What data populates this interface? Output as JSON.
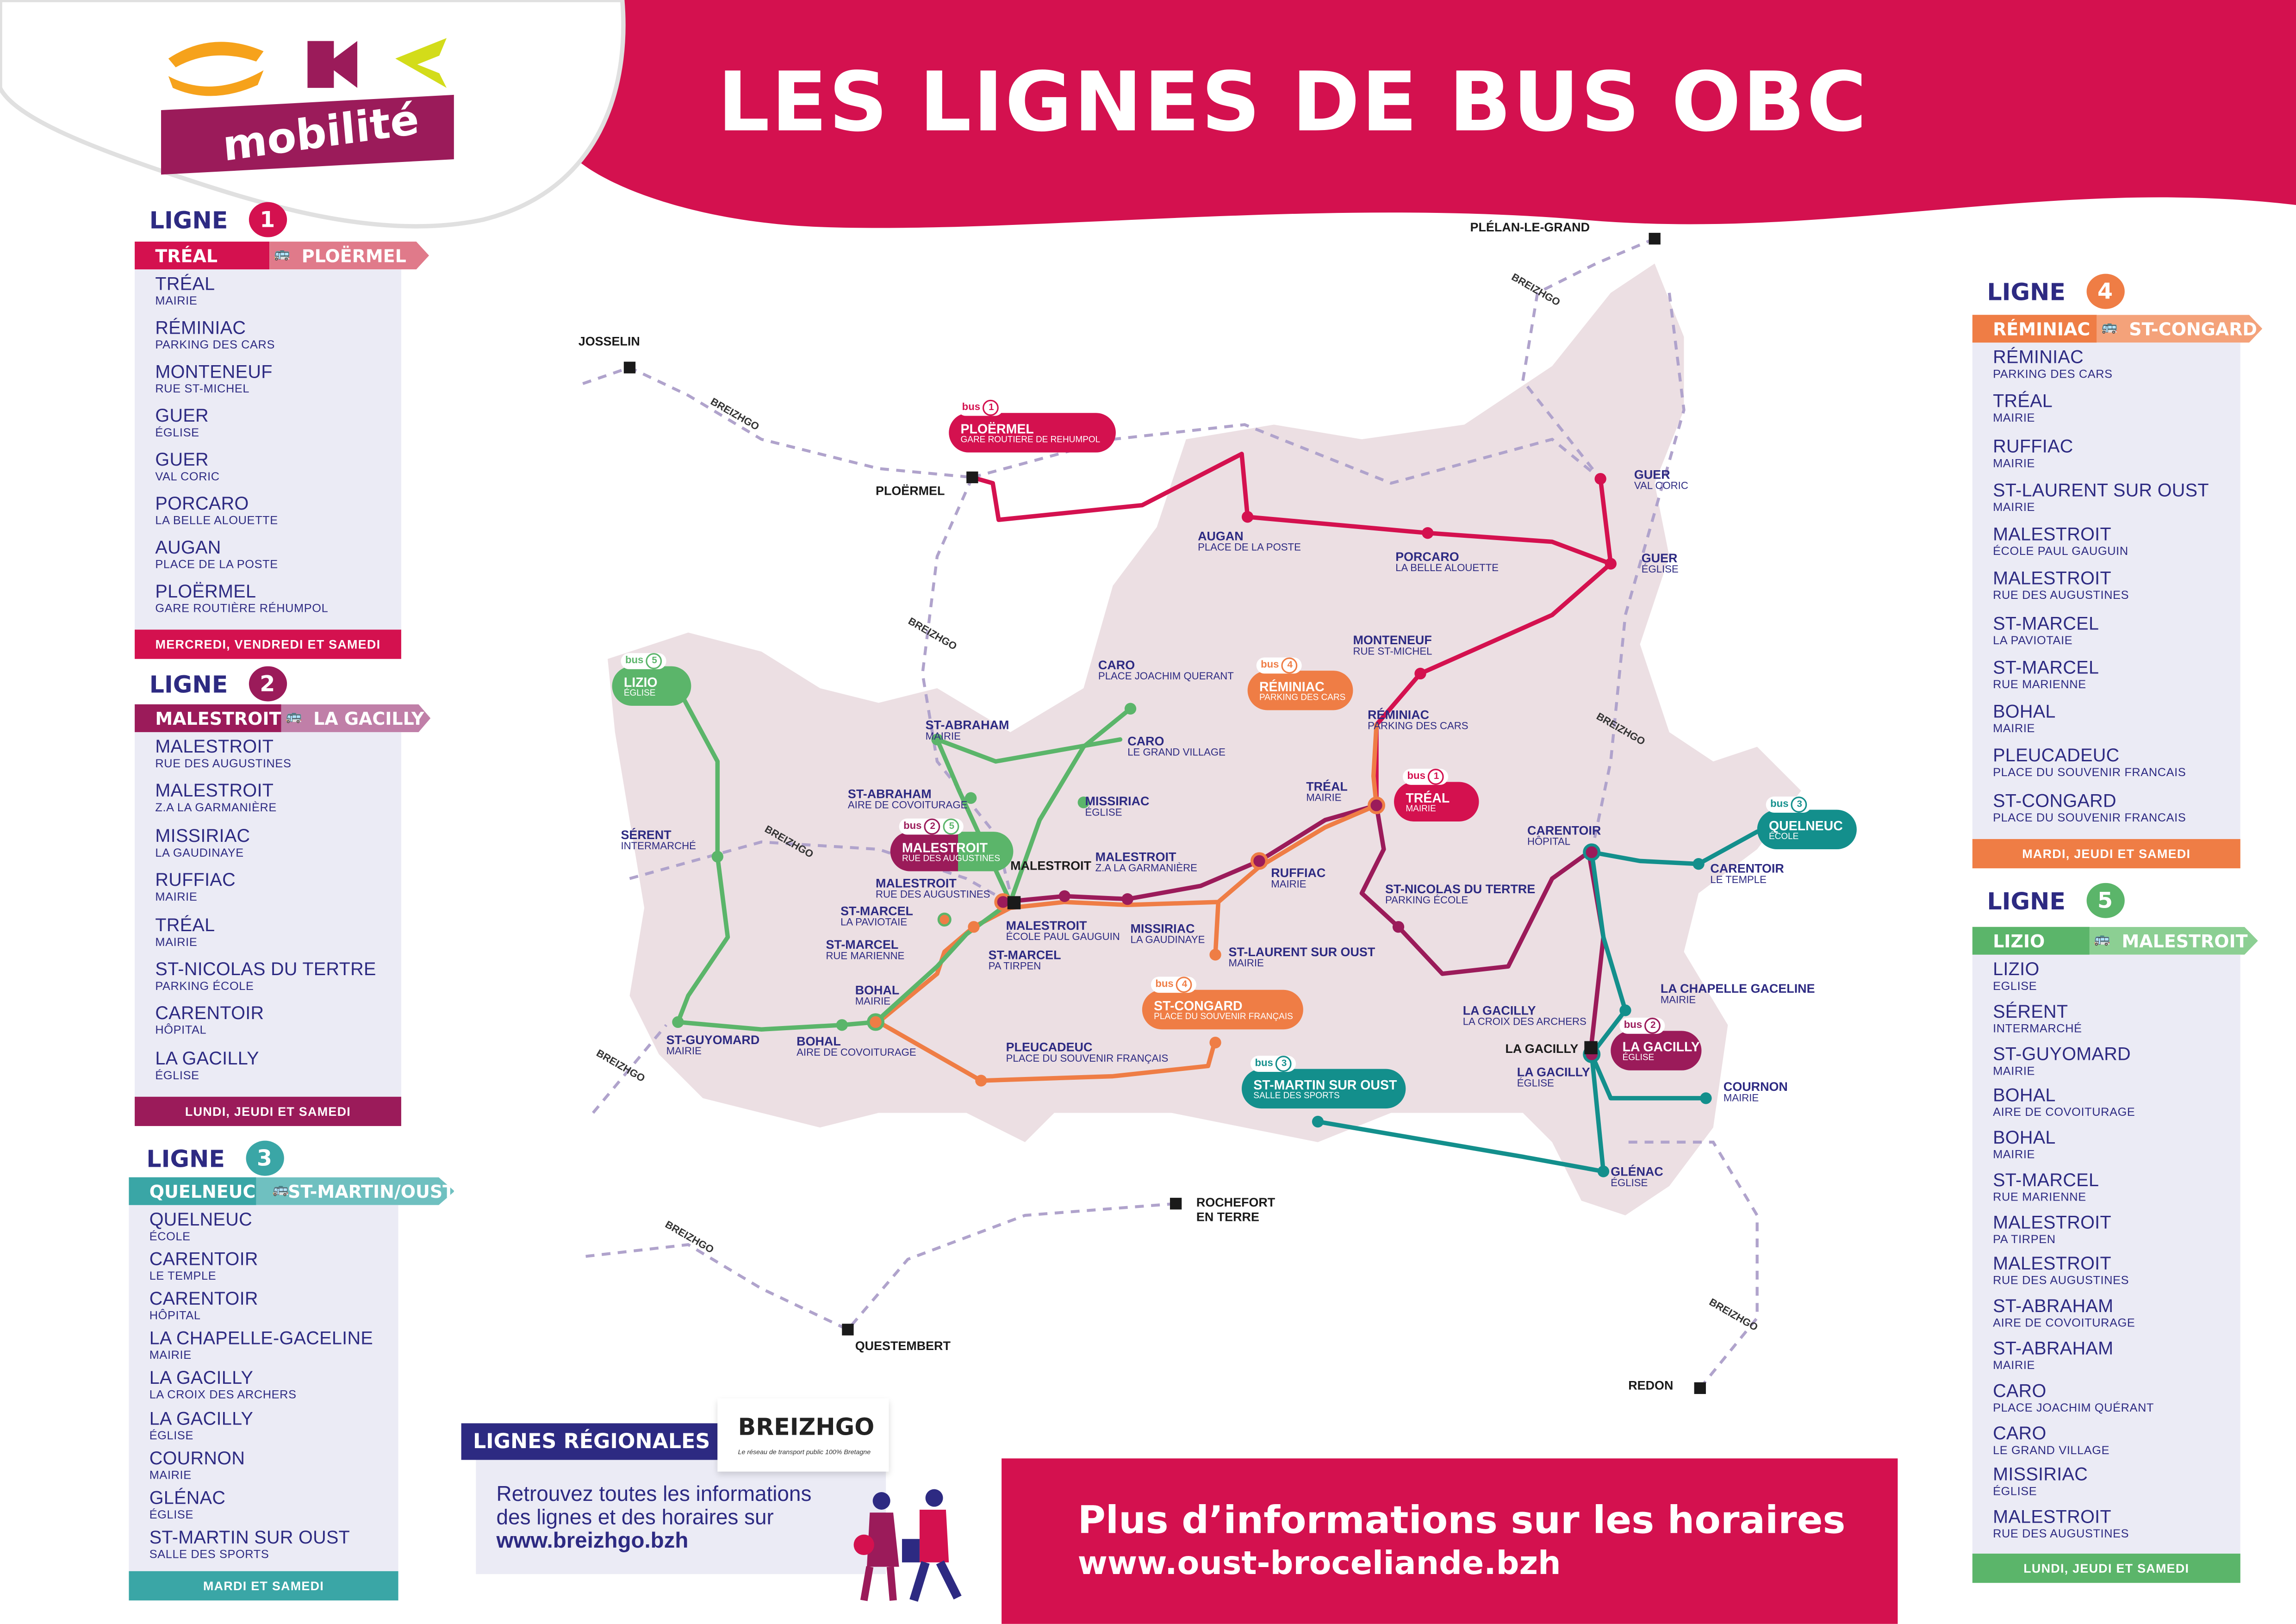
{
  "header": {
    "title": "LES LIGNES DE BUS OBC",
    "logo_word": "mobilité",
    "ligne_label": "LIGNE"
  },
  "colors": {
    "line1": "#d4114f",
    "line1_light": "#e07a8a",
    "line2": "#9b1b5a",
    "line2_light": "#c07fa8",
    "line3": "#3aa6a6",
    "line3_light": "#6fc0c0",
    "line4": "#ef7d45",
    "line4_light": "#f4a27a",
    "line5": "#5bb56a",
    "line5_light": "#8ccf93",
    "navy": "#2d2a82",
    "banner": "#d4114f",
    "region": "#ecdfe3"
  },
  "lines": [
    {
      "number": "1",
      "from": "TRÉAL",
      "to": "PLOËRMEL",
      "days": "MERCREDI, VENDREDI ET SAMEDI",
      "stops": [
        {
          "name": "TRÉAL",
          "sub": "MAIRIE"
        },
        {
          "name": "RÉMINIAC",
          "sub": "PARKING DES CARS"
        },
        {
          "name": "MONTENEUF",
          "sub": "RUE ST-MICHEL"
        },
        {
          "name": "GUER",
          "sub": "ÉGLISE"
        },
        {
          "name": "GUER",
          "sub": "VAL CORIC"
        },
        {
          "name": "PORCARO",
          "sub": "LA BELLE ALOUETTE"
        },
        {
          "name": "AUGAN",
          "sub": "PLACE DE LA POSTE"
        },
        {
          "name": "PLOËRMEL",
          "sub": "GARE ROUTIÈRE RÉHUMPOL"
        }
      ]
    },
    {
      "number": "2",
      "from": "MALESTROIT",
      "to": "LA GACILLY",
      "days": "LUNDI, JEUDI ET SAMEDI",
      "stops": [
        {
          "name": "MALESTROIT",
          "sub": "RUE DES AUGUSTINES"
        },
        {
          "name": "MALESTROIT",
          "sub": "Z.A LA GARMANIÈRE"
        },
        {
          "name": "MISSIRIAC",
          "sub": "LA GAUDINAYE"
        },
        {
          "name": "RUFFIAC",
          "sub": "MAIRIE"
        },
        {
          "name": "TRÉAL",
          "sub": "MAIRIE"
        },
        {
          "name": "ST-NICOLAS DU TERTRE",
          "sub": "PARKING ÉCOLE"
        },
        {
          "name": "CARENTOIR",
          "sub": "HÔPITAL"
        },
        {
          "name": "LA GACILLY",
          "sub": "ÉGLISE"
        }
      ]
    },
    {
      "number": "3",
      "from": "QUELNEUC",
      "to": "ST-MARTIN/OUST",
      "days": "MARDI ET SAMEDI",
      "stops": [
        {
          "name": "QUELNEUC",
          "sub": "ÉCOLE"
        },
        {
          "name": "CARENTOIR",
          "sub": "LE TEMPLE"
        },
        {
          "name": "CARENTOIR",
          "sub": "HÔPITAL"
        },
        {
          "name": "LA CHAPELLE-GACELINE",
          "sub": "MAIRIE"
        },
        {
          "name": "LA GACILLY",
          "sub": "LA CROIX DES ARCHERS"
        },
        {
          "name": "LA GACILLY",
          "sub": "ÉGLISE"
        },
        {
          "name": "COURNON",
          "sub": "MAIRIE"
        },
        {
          "name": "GLÉNAC",
          "sub": "ÉGLISE"
        },
        {
          "name": "ST-MARTIN SUR OUST",
          "sub": "SALLE DES SPORTS"
        }
      ]
    },
    {
      "number": "4",
      "from": "RÉMINIAC",
      "to": "ST-CONGARD",
      "days": "MARDI, JEUDI ET SAMEDI",
      "stops": [
        {
          "name": "RÉMINIAC",
          "sub": "PARKING DES CARS"
        },
        {
          "name": "TRÉAL",
          "sub": "MAIRIE"
        },
        {
          "name": "RUFFIAC",
          "sub": "MAIRIE"
        },
        {
          "name": "ST-LAURENT SUR OUST",
          "sub": "MAIRIE"
        },
        {
          "name": "MALESTROIT",
          "sub": "ÉCOLE PAUL GAUGUIN"
        },
        {
          "name": "MALESTROIT",
          "sub": "RUE DES AUGUSTINES"
        },
        {
          "name": "ST-MARCEL",
          "sub": "LA PAVIOTAIE"
        },
        {
          "name": "ST-MARCEL",
          "sub": "RUE MARIENNE"
        },
        {
          "name": "BOHAL",
          "sub": "MAIRIE"
        },
        {
          "name": "PLEUCADEUC",
          "sub": "PLACE DU SOUVENIR FRANCAIS"
        },
        {
          "name": "ST-CONGARD",
          "sub": "PLACE DU SOUVENIR FRANCAIS"
        }
      ]
    },
    {
      "number": "5",
      "from": "LIZIO",
      "to": "MALESTROIT",
      "days": "LUNDI, JEUDI ET SAMEDI",
      "stops": [
        {
          "name": "LIZIO",
          "sub": "EGLISE"
        },
        {
          "name": "SÉRENT",
          "sub": "INTERMARCHÉ"
        },
        {
          "name": "ST-GUYOMARD",
          "sub": "MAIRIE"
        },
        {
          "name": "BOHAL",
          "sub": "AIRE DE COVOITURAGE"
        },
        {
          "name": "BOHAL",
          "sub": "MAIRIE"
        },
        {
          "name": "ST-MARCEL",
          "sub": "RUE MARIENNE"
        },
        {
          "name": "MALESTROIT",
          "sub": "PA TIRPEN"
        },
        {
          "name": "MALESTROIT",
          "sub": "RUE DES AUGUSTINES"
        },
        {
          "name": "ST-ABRAHAM",
          "sub": "AIRE DE COVOITURAGE"
        },
        {
          "name": "ST-ABRAHAM",
          "sub": "MAIRIE"
        },
        {
          "name": "CARO",
          "sub": "PLACE JOACHIM QUÉRANT"
        },
        {
          "name": "CARO",
          "sub": "LE GRAND VILLAGE"
        },
        {
          "name": "MISSIRIAC",
          "sub": "ÉGLISE"
        },
        {
          "name": "MALESTROIT",
          "sub": "RUE DES AUGUSTINES"
        }
      ]
    }
  ],
  "map": {
    "cities": [
      "PLÉLAN-LE-GRAND",
      "JOSSELIN",
      "PLOËRMEL",
      "ROCHEFORT EN TERRE",
      "QUESTEMBERT",
      "REDON",
      "MALESTROIT",
      "LA GACILLY"
    ],
    "stops": [
      {
        "name": "AUGAN",
        "sub": "PLACE DE LA POSTE"
      },
      {
        "name": "PORCARO",
        "sub": "LA BELLE ALOUETTE"
      },
      {
        "name": "GUER",
        "sub": "VAL CORIC"
      },
      {
        "name": "GUER",
        "sub": "ÉGLISE"
      },
      {
        "name": "MONTENEUF",
        "sub": "RUE ST-MICHEL"
      },
      {
        "name": "RÉMINIAC",
        "sub": "PARKING DES CARS"
      },
      {
        "name": "TRÉAL",
        "sub": "MAIRIE"
      },
      {
        "name": "CARO",
        "sub": "PLACE JOACHIM QUERANT"
      },
      {
        "name": "CARO",
        "sub": "LE GRAND VILLAGE"
      },
      {
        "name": "ST-ABRAHAM",
        "sub": "MAIRIE"
      },
      {
        "name": "ST-ABRAHAM",
        "sub": "AIRE DE COVOITURAGE"
      },
      {
        "name": "MISSIRIAC",
        "sub": "ÉGLISE"
      },
      {
        "name": "MALESTROIT",
        "sub": "Z.A LA GARMANIÈRE"
      },
      {
        "name": "MALESTROIT",
        "sub": "RUE DES AUGUSTINES"
      },
      {
        "name": "ST-MARCEL",
        "sub": "LA PAVIOTAIE"
      },
      {
        "name": "ST-MARCEL",
        "sub": "RUE MARIENNE"
      },
      {
        "name": "MALESTROIT",
        "sub": "ÉCOLE PAUL GAUGUIN"
      },
      {
        "name": "MISSIRIAC",
        "sub": "LA GAUDINAYE"
      },
      {
        "name": "ST-MARCEL",
        "sub": "PA TIRPEN"
      },
      {
        "name": "RUFFIAC",
        "sub": "MAIRIE"
      },
      {
        "name": "ST-LAURENT SUR OUST",
        "sub": "MAIRIE"
      },
      {
        "name": "ST-NICOLAS DU TERTRE",
        "sub": "PARKING ÉCOLE"
      },
      {
        "name": "CARENTOIR",
        "sub": "HÔPITAL"
      },
      {
        "name": "CARENTOIR",
        "sub": "LE TEMPLE"
      },
      {
        "name": "LA CHAPELLE GACELINE",
        "sub": "MAIRIE"
      },
      {
        "name": "LA GACILLY",
        "sub": "LA CROIX DES ARCHERS"
      },
      {
        "name": "LA GACILLY",
        "sub": "ÉGLISE"
      },
      {
        "name": "COURNON",
        "sub": "MAIRIE"
      },
      {
        "name": "GLÉNAC",
        "sub": "ÉGLISE"
      },
      {
        "name": "SÉRENT",
        "sub": "INTERMARCHÉ"
      },
      {
        "name": "ST-GUYOMARD",
        "sub": "MAIRIE"
      },
      {
        "name": "BOHAL",
        "sub": "AIRE DE COVOITURAGE"
      },
      {
        "name": "BOHAL",
        "sub": "MAIRIE"
      },
      {
        "name": "PLEUCADEUC",
        "sub": "PLACE DU SOUVENIR FRANÇAIS"
      }
    ],
    "terminals": [
      {
        "bus_label": "bus",
        "buses": [
          "1"
        ],
        "name": "PLOËRMEL",
        "sub": "GARE ROUTIERE DE REHUMPOL",
        "color": "#d4114f"
      },
      {
        "bus_label": "bus",
        "buses": [
          "4"
        ],
        "name": "RÉMINIAC",
        "sub": "PARKING DES CARS",
        "color": "#ef7d45"
      },
      {
        "bus_label": "bus",
        "buses": [
          "1"
        ],
        "name": "TRÉAL",
        "sub": "MAIRIE",
        "color": "#d4114f"
      },
      {
        "bus_label": "bus",
        "buses": [
          "2",
          "5"
        ],
        "name": "MALESTROIT",
        "sub": "RUE DES AUGUSTINES",
        "color": "#9b1b5a"
      },
      {
        "bus_label": "bus",
        "buses": [
          "5"
        ],
        "name": "LIZIO",
        "sub": "ÉGLISE",
        "color": "#5bb56a"
      },
      {
        "bus_label": "bus",
        "buses": [
          "3"
        ],
        "name": "QUELNEUC",
        "sub": "ÉCOLE",
        "color": "#138f8c"
      },
      {
        "bus_label": "bus",
        "buses": [
          "4"
        ],
        "name": "ST-CONGARD",
        "sub": "PLACE DU SOUVENIR FRANÇAIS",
        "color": "#ef7d45"
      },
      {
        "bus_label": "bus",
        "buses": [
          "3"
        ],
        "name": "ST-MARTIN SUR OUST",
        "sub": "SALLE DES SPORTS",
        "color": "#138f8c"
      },
      {
        "bus_label": "bus",
        "buses": [
          "2"
        ],
        "name": "LA GACILLY",
        "sub": "ÉGLISE",
        "color": "#9b1b5a"
      }
    ],
    "breizhgo_tag": "BREIZHGO"
  },
  "regional": {
    "title": "LIGNES RÉGIONALES",
    "logo": "BREIZHGO",
    "logo_tagline": "Le réseau de transport public 100% Bretagne",
    "text": "Retrouvez toutes les informations des lignes et des horaires sur",
    "url": "www.breizhgo.bzh"
  },
  "info": {
    "title": "Plus d’informations sur les horaires",
    "url": "www.oust-broceliande.bzh"
  }
}
